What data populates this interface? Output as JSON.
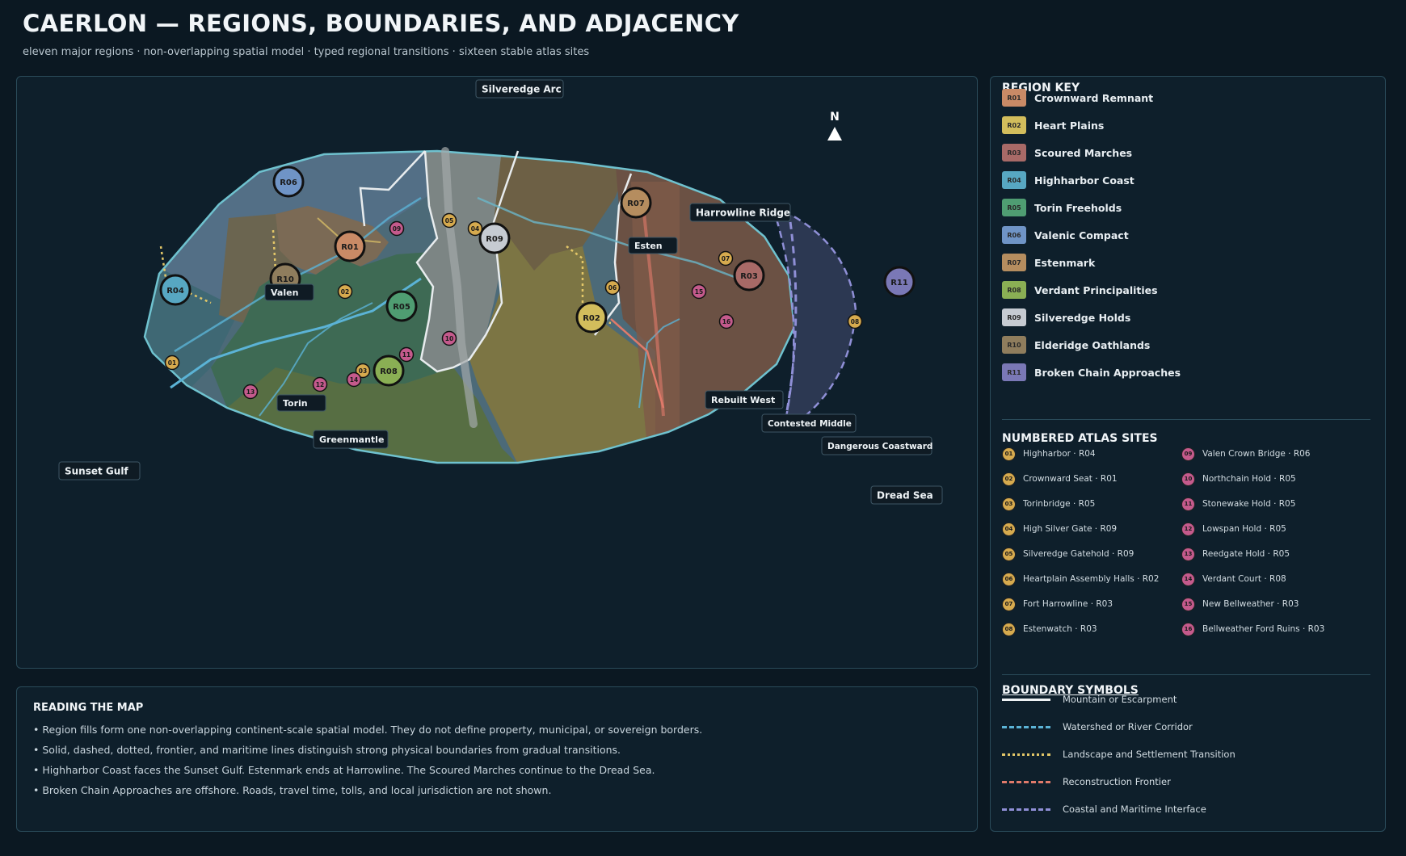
{
  "header": {
    "title": "CAERLON — REGIONS, BOUNDARIES, AND ADJACENCY",
    "subtitle": "eleven major regions · non-overlapping spatial model · typed regional transitions · sixteen stable atlas sites"
  },
  "map": {
    "compass": "N",
    "labels": {
      "silveredge_arc": "Silveredge Arc",
      "harrowline_ridge": "Harrowline Ridge",
      "esten": "Esten",
      "valen": "Valen",
      "torin": "Torin",
      "greenmantle": "Greenmantle",
      "rebuilt_west": "Rebuilt West",
      "contested_middle": "Contested Middle",
      "dangerous_coastward": "Dangerous Coastward",
      "dread_sea": "Dread Sea",
      "sunset_gulf": "Sunset Gulf"
    },
    "region_markers": [
      "R01",
      "R02",
      "R03",
      "R04",
      "R05",
      "R06",
      "R07",
      "R08",
      "R09",
      "R10",
      "R11"
    ],
    "site_markers": [
      "01",
      "02",
      "03",
      "04",
      "05",
      "06",
      "07",
      "08",
      "09",
      "10",
      "11",
      "12",
      "13",
      "14",
      "15",
      "16"
    ]
  },
  "legend": {
    "region_key_title": "REGION KEY",
    "regions": [
      {
        "code": "R01",
        "name": "Crownward Remnant",
        "color": "#c98a66"
      },
      {
        "code": "R02",
        "name": "Heart Plains",
        "color": "#d2bd5c"
      },
      {
        "code": "R03",
        "name": "Scoured Marches",
        "color": "#a86a67"
      },
      {
        "code": "R04",
        "name": "Highharbor Coast",
        "color": "#57a7c2"
      },
      {
        "code": "R05",
        "name": "Torin Freeholds",
        "color": "#4f9d72"
      },
      {
        "code": "R06",
        "name": "Valenic Compact",
        "color": "#6f94c6"
      },
      {
        "code": "R07",
        "name": "Estenmark",
        "color": "#b58d5f"
      },
      {
        "code": "R08",
        "name": "Verdant Principalities",
        "color": "#8aaf54"
      },
      {
        "code": "R09",
        "name": "Silveredge Holds",
        "color": "#c6cbd2"
      },
      {
        "code": "R10",
        "name": "Elderidge Oathlands",
        "color": "#8f7d5d"
      },
      {
        "code": "R11",
        "name": "Broken Chain Approaches",
        "color": "#7a78b6"
      }
    ],
    "sites_title": "NUMBERED ATLAS SITES",
    "sites": [
      {
        "num": "01",
        "label": "Highharbor · R04",
        "color": "#d6aa4e"
      },
      {
        "num": "02",
        "label": "Crownward Seat · R01",
        "color": "#d6aa4e"
      },
      {
        "num": "03",
        "label": "Torinbridge · R05",
        "color": "#d6aa4e"
      },
      {
        "num": "04",
        "label": "High Silver Gate · R09",
        "color": "#d6aa4e"
      },
      {
        "num": "05",
        "label": "Silveredge Gatehold · R09",
        "color": "#d6aa4e"
      },
      {
        "num": "06",
        "label": "Heartplain Assembly Halls · R02",
        "color": "#d6aa4e"
      },
      {
        "num": "07",
        "label": "Fort Harrowline · R03",
        "color": "#d6aa4e"
      },
      {
        "num": "08",
        "label": "Estenwatch · R03",
        "color": "#d6aa4e"
      },
      {
        "num": "09",
        "label": "Valen Crown Bridge · R06",
        "color": "#c45a8c"
      },
      {
        "num": "10",
        "label": "Northchain Hold · R05",
        "color": "#c45a8c"
      },
      {
        "num": "11",
        "label": "Stonewake Hold · R05",
        "color": "#c45a8c"
      },
      {
        "num": "12",
        "label": "Lowspan Hold · R05",
        "color": "#c45a8c"
      },
      {
        "num": "13",
        "label": "Reedgate Hold · R05",
        "color": "#c45a8c"
      },
      {
        "num": "14",
        "label": "Verdant Court · R08",
        "color": "#c45a8c"
      },
      {
        "num": "15",
        "label": "New Bellweather · R03",
        "color": "#c45a8c"
      },
      {
        "num": "16",
        "label": "Bellweather Ford Ruins · R03",
        "color": "#c45a8c"
      }
    ],
    "symbols_title": "BOUNDARY SYMBOLS",
    "symbols": [
      {
        "label": "Mountain or Escarpment",
        "color": "#eef2f4"
      },
      {
        "label": "Watershed or River Corridor",
        "color": "#5bb3d6"
      },
      {
        "label": "Landscape and Settlement Transition",
        "color": "#e3c768"
      },
      {
        "label": "Reconstruction Frontier",
        "color": "#e07a6a"
      },
      {
        "label": "Coastal and Maritime Interface",
        "color": "#8f8fd6"
      }
    ]
  },
  "notes": {
    "title": "READING THE MAP",
    "items": [
      "• Region fills form one non-overlapping continent-scale spatial model. They do not define property, municipal, or sovereign borders.",
      "• Solid, dashed, dotted, frontier, and maritime lines distinguish strong physical boundaries from gradual transitions.",
      "• Highharbor Coast faces the Sunset Gulf. Estenmark ends at Harrowline. The Scoured Marches continue to the Dread Sea.",
      "• Broken Chain Approaches are offshore. Roads, travel time, tolls, and local jurisdiction are not shown."
    ]
  }
}
